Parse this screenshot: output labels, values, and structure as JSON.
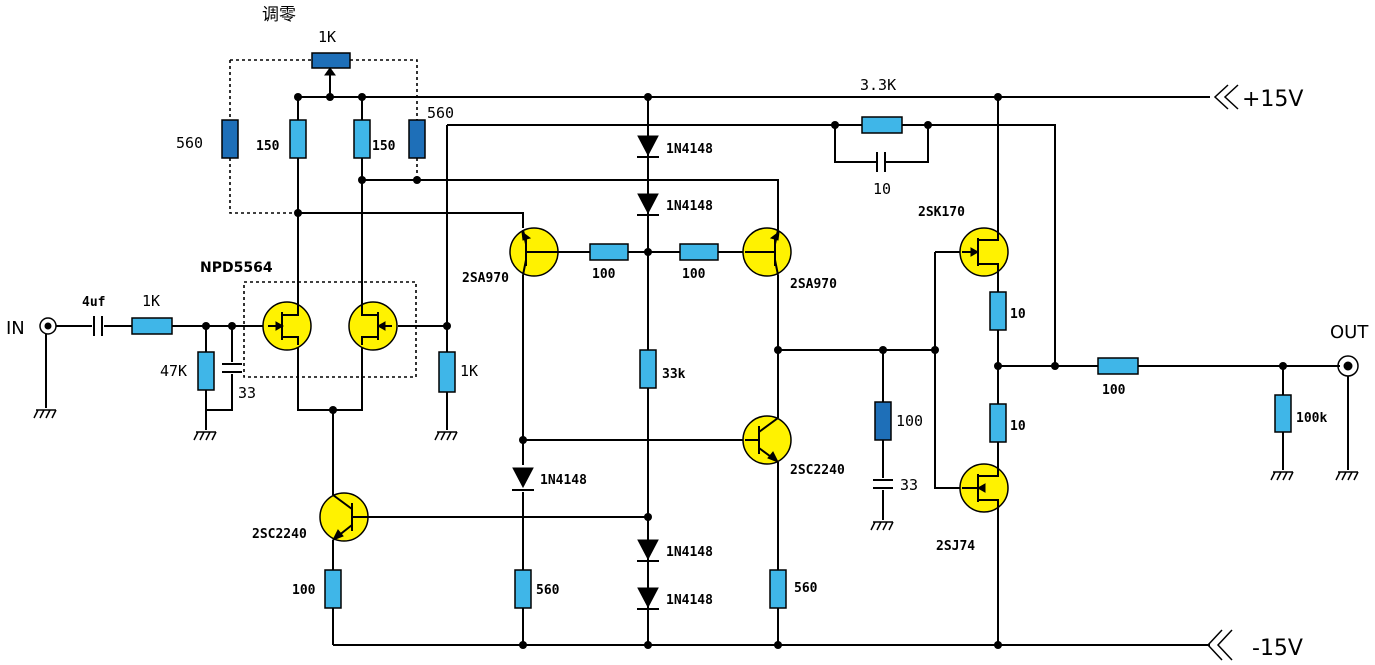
{
  "labels": {
    "zero_adjust": "调零",
    "trim_pot": "1K",
    "r_560_left": "560",
    "r_150_left": "150",
    "r_150_right": "150",
    "r_560_right": "560",
    "r_3k3": "3.3K",
    "c_10": "10",
    "plus_rail": "+15V",
    "minus_rail": "-15V",
    "d1": "1N4148",
    "d2": "1N4148",
    "d3": "1N4148",
    "d4": "1N4148",
    "d5": "1N4148",
    "jfet_pair": "NPD5564",
    "q_2sa970_left": "2SA970",
    "q_2sa970_right": "2SA970",
    "r_100_a": "100",
    "r_100_b": "100",
    "in": "IN",
    "c_4uf": "4uf",
    "r_1k_in": "1K",
    "r_47k": "47K",
    "c_33_in": "33",
    "r_1k_gate": "1K",
    "r_33k": "33k",
    "q_2sc2240_left": "2SC2240",
    "q_2sc2240_right": "2SC2240",
    "r_100_emitter": "100",
    "r_560_mid": "560",
    "r_560_vas": "560",
    "r_100_zobel": "100",
    "c_33_zobel": "33",
    "q_2sk170": "2SK170",
    "q_2sj74": "2SJ74",
    "r_10_top": "10",
    "r_10_bot": "10",
    "r_100_out": "100",
    "r_100k": "100k",
    "out": "OUT"
  },
  "colors": {
    "resistor": "#3fb6e8",
    "resistor_dark": "#1e6fb8",
    "transistor": "#fff200",
    "wire": "#000000",
    "background": "#ffffff"
  }
}
